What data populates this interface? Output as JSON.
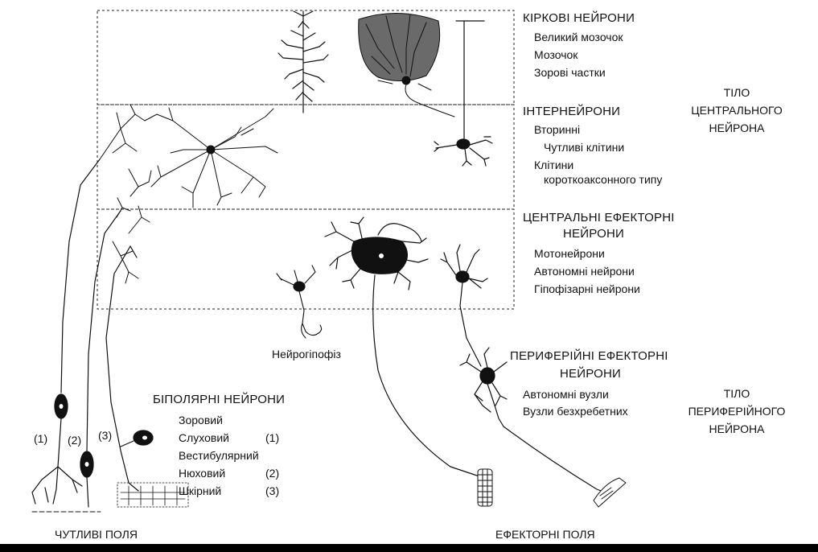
{
  "cortical": {
    "title": "КІРКОВІ НЕЙРОНИ",
    "items": [
      "Великий мозочок",
      "Мозочок",
      "Зорові частки"
    ]
  },
  "interneurons": {
    "title": "ІНТЕРНЕЙРОНИ",
    "items": [
      "Вторинні",
      "Чутливі клітини",
      "Клітини",
      "короткоаксонного типу"
    ]
  },
  "central_effector": {
    "title_line1": "ЦЕНТРАЛЬНІ ЕФЕКТОРНІ",
    "title_line2": "НЕЙРОНИ",
    "items": [
      "Мотонейрони",
      "Автономні нейрони",
      "Гіпофізарні нейрони"
    ]
  },
  "central_body": {
    "lines": [
      "ТІЛО",
      "ЦЕНТРАЛЬНОГО",
      "НЕЙРОНА"
    ]
  },
  "neurohypophysis": "Нейрогіпофіз",
  "peripheral_effector": {
    "title_line1": "ПЕРИФЕРІЙНІ ЕФЕКТОРНІ",
    "title_line2": "НЕЙРОНИ",
    "items": [
      "Автономні вузли",
      "Вузли безхребетних"
    ]
  },
  "peripheral_body": {
    "lines": [
      "ТІЛО",
      "ПЕРИФЕРІЙНОГО",
      "НЕЙРОНА"
    ]
  },
  "bipolar": {
    "title": "БІПОЛЯРНІ НЕЙРОНИ",
    "rows": [
      {
        "label": "Зоровий",
        "num": ""
      },
      {
        "label": "Слуховий",
        "num": "(1)"
      },
      {
        "label": "Вестибулярний",
        "num": ""
      },
      {
        "label": "Нюховий",
        "num": "(2)"
      },
      {
        "label": "Шкірний",
        "num": "(3)"
      }
    ]
  },
  "markers": [
    "(1)",
    "(2)",
    "(3)"
  ],
  "sensory_fields": "ЧУТЛИВІ ПОЛЯ",
  "effector_fields": "ЕФЕКТОРНІ ПОЛЯ"
}
